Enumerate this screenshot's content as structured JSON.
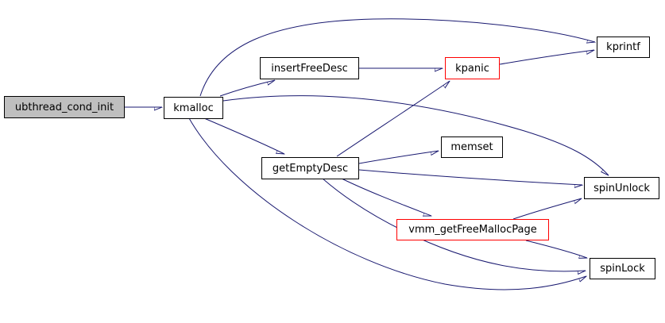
{
  "graph": {
    "type": "call-graph",
    "background_color": "#ffffff",
    "edge_color": "#191970",
    "root_fill_color": "#bfbfbf",
    "highlight_border_color": "#ff0000",
    "default_border_color": "#000000",
    "nodes": [
      {
        "id": "ubthread_cond_init",
        "label": "ubthread_cond_init",
        "role": "root",
        "fill": "#bfbfbf",
        "border": "#000000"
      },
      {
        "id": "kmalloc",
        "label": "kmalloc",
        "fill": "#ffffff",
        "border": "#000000"
      },
      {
        "id": "insertFreeDesc",
        "label": "insertFreeDesc",
        "fill": "#ffffff",
        "border": "#000000"
      },
      {
        "id": "kpanic",
        "label": "kpanic",
        "fill": "#ffffff",
        "border": "#ff0000"
      },
      {
        "id": "kprintf",
        "label": "kprintf",
        "fill": "#ffffff",
        "border": "#000000"
      },
      {
        "id": "memset",
        "label": "memset",
        "fill": "#ffffff",
        "border": "#000000"
      },
      {
        "id": "getEmptyDesc",
        "label": "getEmptyDesc",
        "fill": "#ffffff",
        "border": "#000000"
      },
      {
        "id": "spinUnlock",
        "label": "spinUnlock",
        "fill": "#ffffff",
        "border": "#000000"
      },
      {
        "id": "vmm_getFreeMallocPage",
        "label": "vmm_getFreeMallocPage",
        "fill": "#ffffff",
        "border": "#ff0000"
      },
      {
        "id": "spinLock",
        "label": "spinLock",
        "fill": "#ffffff",
        "border": "#000000"
      }
    ],
    "edges": [
      {
        "from": "ubthread_cond_init",
        "to": "kmalloc"
      },
      {
        "from": "kmalloc",
        "to": "insertFreeDesc"
      },
      {
        "from": "kmalloc",
        "to": "kprintf"
      },
      {
        "from": "kmalloc",
        "to": "getEmptyDesc"
      },
      {
        "from": "kmalloc",
        "to": "spinUnlock"
      },
      {
        "from": "kmalloc",
        "to": "spinLock"
      },
      {
        "from": "insertFreeDesc",
        "to": "kpanic"
      },
      {
        "from": "kpanic",
        "to": "kprintf"
      },
      {
        "from": "getEmptyDesc",
        "to": "kpanic"
      },
      {
        "from": "getEmptyDesc",
        "to": "memset"
      },
      {
        "from": "getEmptyDesc",
        "to": "spinUnlock"
      },
      {
        "from": "getEmptyDesc",
        "to": "vmm_getFreeMallocPage"
      },
      {
        "from": "getEmptyDesc",
        "to": "spinLock"
      },
      {
        "from": "vmm_getFreeMallocPage",
        "to": "spinUnlock"
      },
      {
        "from": "vmm_getFreeMallocPage",
        "to": "spinLock"
      }
    ]
  }
}
